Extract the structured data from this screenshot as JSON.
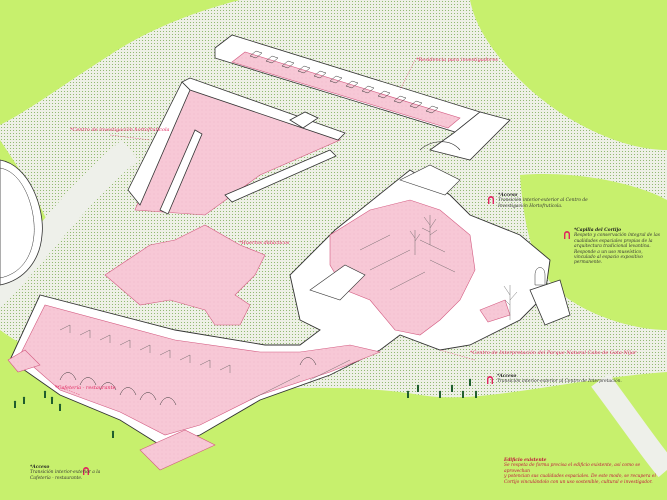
{
  "colors": {
    "grass": "#c7f06d",
    "path": "#eef0ea",
    "program": "#f7c8d6",
    "program_edge": "#d35a80",
    "wall": "#ffffff",
    "line": "#333333",
    "label": "#e0245e",
    "dark_green": "#1f5d2d"
  },
  "labels": {
    "residencia": "*Residencia para investigadores",
    "centro_inv": "*Centro de investigación hortofrutícola",
    "huertos": "*Huertos didácticos",
    "interpretacion": "*Centro de Interpretación del Parque Natural Cabo de Gata-Níjar",
    "cafeteria": "*Cafetería - restaurante"
  },
  "notes": {
    "acceso_norte": {
      "title": "*Acceso",
      "text": "Transición interior-exterior al Centro de\nInvestigación Hortofrutícola."
    },
    "capilla": {
      "title": "*Capilla del Cortijo",
      "text": "Respeto y conservación íntegral de las\ncualidades espaciales propias de la\narquitectura tradicional levantina.\nResponde a un uso museístico,\nvinculado al espacio expositivo\npermanente."
    },
    "acceso_este": {
      "title": "*Acceso",
      "text": "Transición interior-exterior al Centro de Interpretación."
    },
    "acceso_oeste": {
      "title": "*Acceso",
      "text": "Transición interior-exterior a la\nCafetería - restaurante."
    },
    "edificio": {
      "title": "Edificio existente",
      "text": "Se respeta de forma precisa el edificio existente, así como se aprovechan\ny potencian sus cualidades espaciales. De este modo, se recupera el\nCortijo vinculándolo con un uso sostenible, cultural e investigador."
    }
  },
  "icons": [
    "arch-access-icon",
    "arch-access-icon",
    "arch-access-icon",
    "arch-access-icon"
  ]
}
